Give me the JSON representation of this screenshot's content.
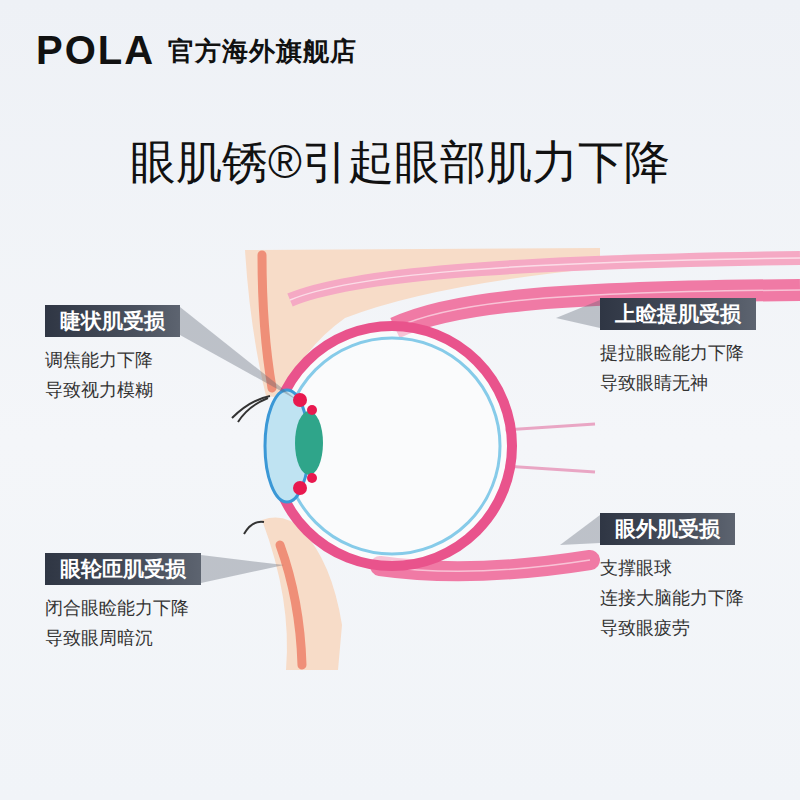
{
  "diagram": {
    "title": "眼肌锈®引起眼部肌力下降",
    "nodes": [
      {
        "text": [
          "睫状肌受损",
          "调焦能力下降 导致视力模糊"
        ]
      },
      {
        "text": [
          "上睑提肌受损",
          "提拉眼睑能力下降 导致眼睛无神"
        ]
      },
      {
        "text": [
          "眼外肌受损",
          "支撑眼球 连接大脑能力下降 导致眼疲劳"
        ]
      },
      {
        "text": [
          "眼轮匝肌受损",
          "闭合眼睑能力下降 导致眼周暗沉"
        ]
      }
    ],
    "labels": [
      "POLA",
      "官方海外旗舰店"
    ]
  }
}
